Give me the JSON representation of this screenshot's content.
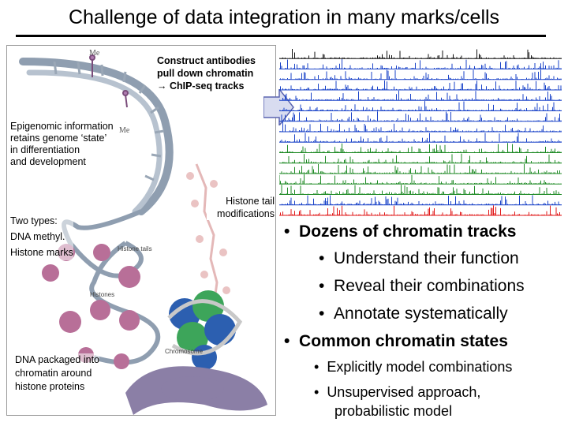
{
  "slide": {
    "title": "Challenge of data integration in many marks/cells"
  },
  "figure": {
    "construct_line1": "Construct antibodies",
    "construct_line2": "pull down chromatin",
    "construct_line3": "→ ChIP-seq tracks",
    "epigenomic_line1": "Epigenomic information",
    "epigenomic_line2": "retains genome ‘state’",
    "epigenomic_line3": "in differentiation",
    "epigenomic_line4": "and development",
    "types_line1": "Two types:",
    "types_line2": "DNA methyl.",
    "types_line3": "Histone marks",
    "tail_line1": "Histone tail",
    "tail_line2": "modifications",
    "packaged_line1": "DNA packaged into",
    "packaged_line2": "chromatin around",
    "packaged_line3": "histone proteins",
    "label_me": "Me",
    "label_histone_tails": "Histone tails",
    "label_histones": "Histones",
    "label_chromosome": "Chromosome",
    "colors": {
      "dna_strand": "#8f9eb0",
      "histone": "#b86f98",
      "nucleosome_blue": "#2c5fb0",
      "nucleosome_green": "#3da55a"
    }
  },
  "tracks": {
    "colors": {
      "black": "#111111",
      "blue": "#1a43c8",
      "green": "#1f8a25",
      "red": "#e01818",
      "arrow_fill": "#d8dcf0",
      "arrow_stroke": "#5a65b0"
    },
    "rows": [
      "black",
      "blue",
      "blue",
      "blue",
      "blue",
      "blue",
      "blue",
      "blue",
      "blue",
      "green",
      "green",
      "green",
      "green",
      "green",
      "blue",
      "red"
    ]
  },
  "bullets": {
    "b1": "Dozens of chromatin tracks",
    "b1_sub1": "Understand their function",
    "b1_sub2": "Reveal their combinations",
    "b1_sub3": "Annotate systematically",
    "b2": "Common chromatin states",
    "b2_sub1": "Explicitly model combinations",
    "b2_sub2": "Unsupervised approach,",
    "b2_sub3": "probabilistic model"
  }
}
